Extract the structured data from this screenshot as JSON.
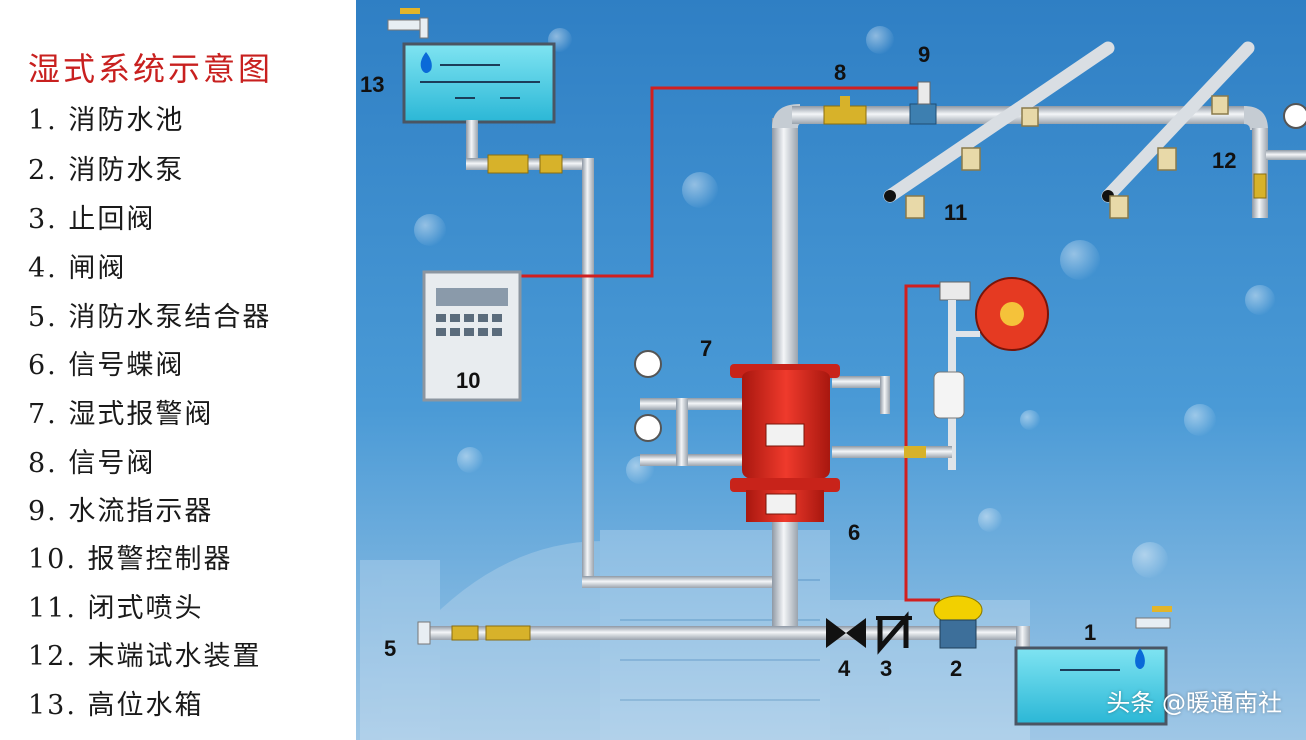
{
  "title": "湿式系统示意图",
  "legend": [
    "1. 消防水池",
    "2. 消防水泵",
    "3. 止回阀",
    "4. 闸阀",
    "5. 消防水泵结合器",
    "6. 信号蝶阀",
    "7. 湿式报警阀",
    "8. 信号阀",
    "9. 水流指示器",
    "10. 报警控制器",
    "11. 闭式喷头",
    "12. 末端试水装置",
    "13. 高位水箱"
  ],
  "labels": {
    "n1": "1",
    "n2": "2",
    "n3": "3",
    "n4": "4",
    "n5": "5",
    "n6": "6",
    "n7": "7",
    "n8": "8",
    "n9": "9",
    "n10": "10",
    "n11": "11",
    "n12": "12",
    "n13": "13"
  },
  "watermark": "头条 @暖通南社",
  "colors": {
    "title": "#c8201f",
    "signal_wire": "#d11f1f",
    "valve": "#d9261c",
    "water": "#5fd0e6",
    "background": "#3f8fcf"
  }
}
